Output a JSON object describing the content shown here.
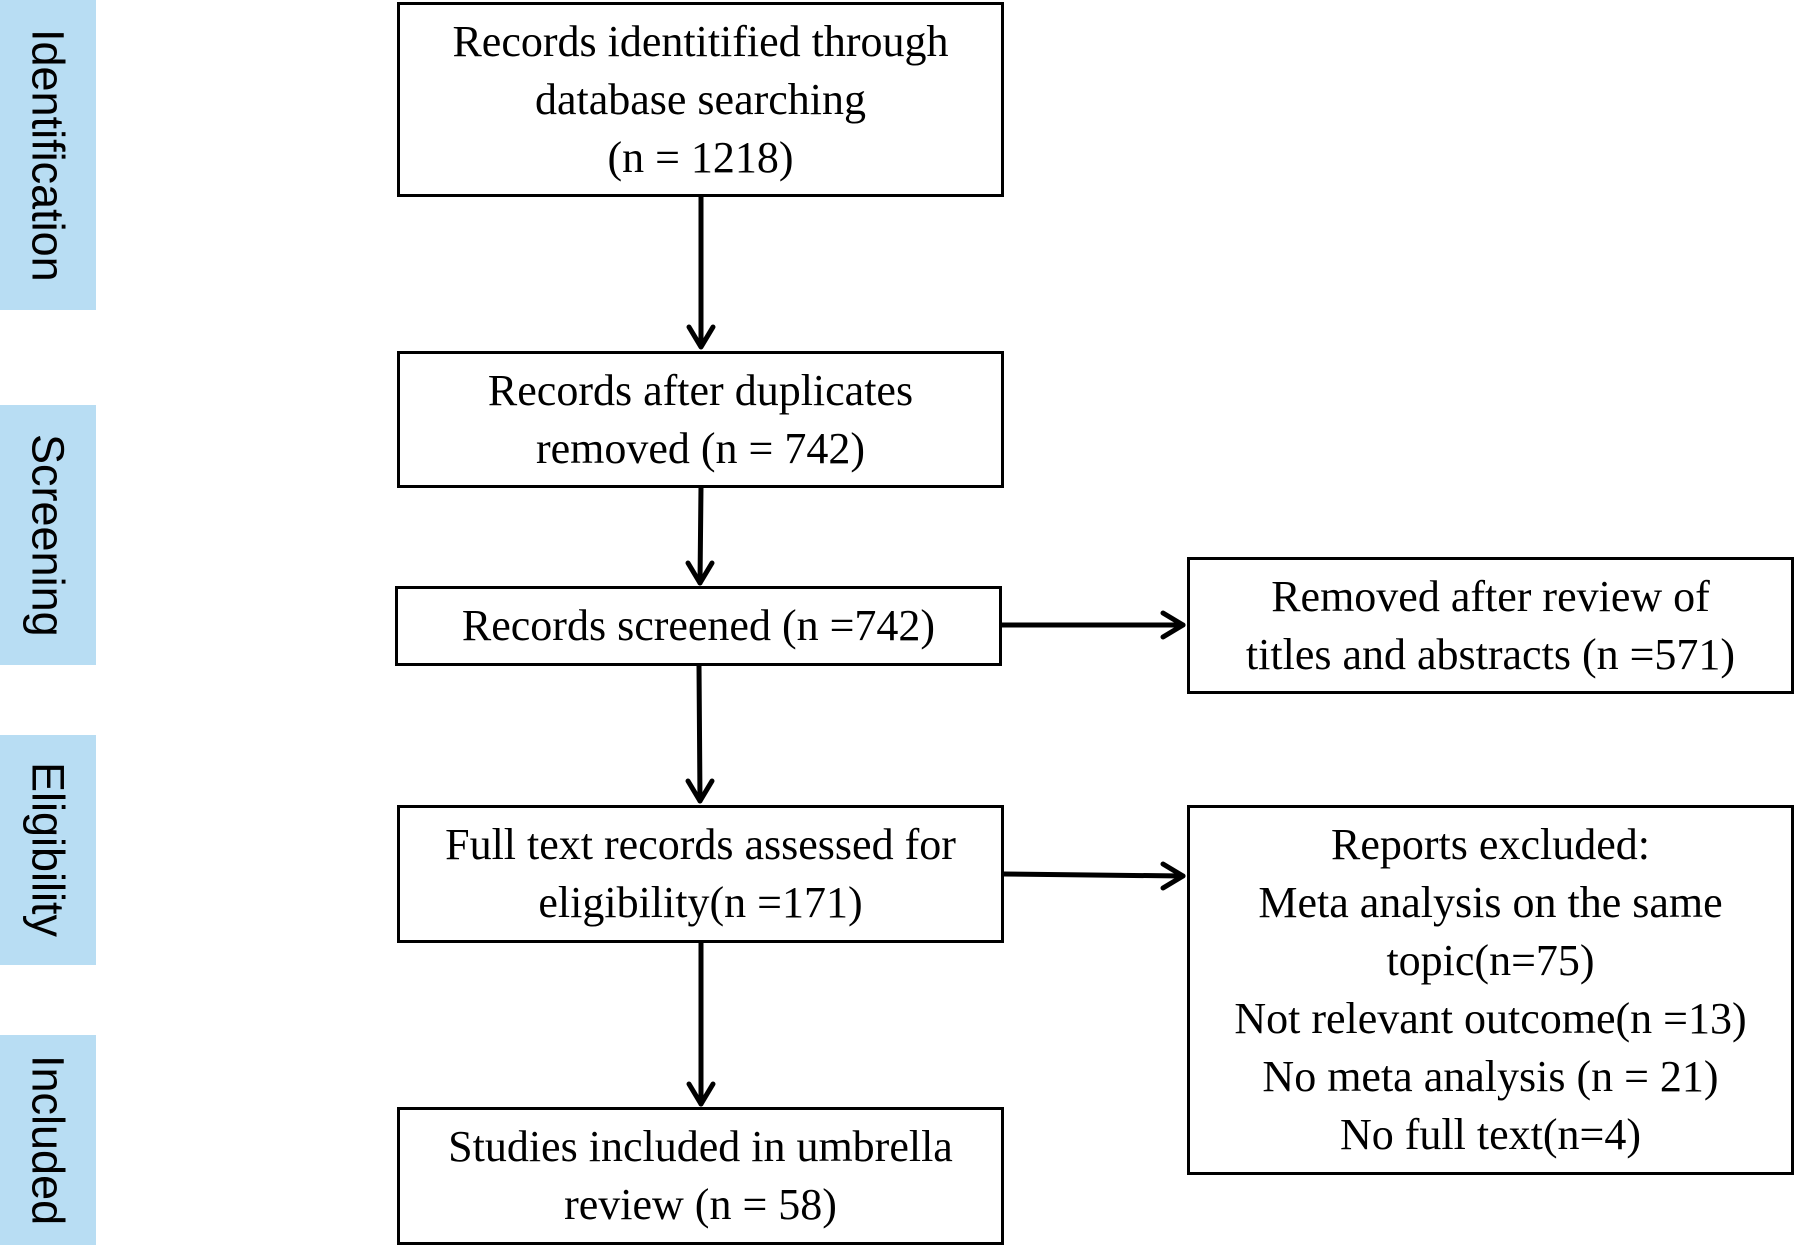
{
  "stages": {
    "identification": "Identification",
    "screening": "Screening",
    "eligibility": "Eligibility",
    "included": "Included"
  },
  "boxes": {
    "identified": {
      "lines": [
        "Records identitified through",
        "database searching",
        "(n = 1218)"
      ]
    },
    "after_duplicates": {
      "lines": [
        "Records after duplicates",
        "removed (n = 742)"
      ]
    },
    "screened": {
      "lines": [
        "Records screened (n =742)"
      ]
    },
    "removed_after_review": {
      "lines": [
        "Removed after review of",
        "titles and abstracts (n =571)"
      ]
    },
    "full_text": {
      "lines": [
        "Full text records assessed for",
        "eligibility(n =171)"
      ]
    },
    "reports_excluded": {
      "lines": [
        "Reports excluded:",
        "Meta analysis on the same",
        "topic(n=75)",
        "Not relevant outcome(n =13)",
        "No meta analysis (n = 21)",
        "No full text(n=4)"
      ]
    },
    "included_studies": {
      "lines": [
        "Studies included in umbrella",
        "review (n = 58)"
      ]
    }
  },
  "colors": {
    "stage_background": "#b8ddf3",
    "box_border": "#000000",
    "arrow": "#000000"
  }
}
